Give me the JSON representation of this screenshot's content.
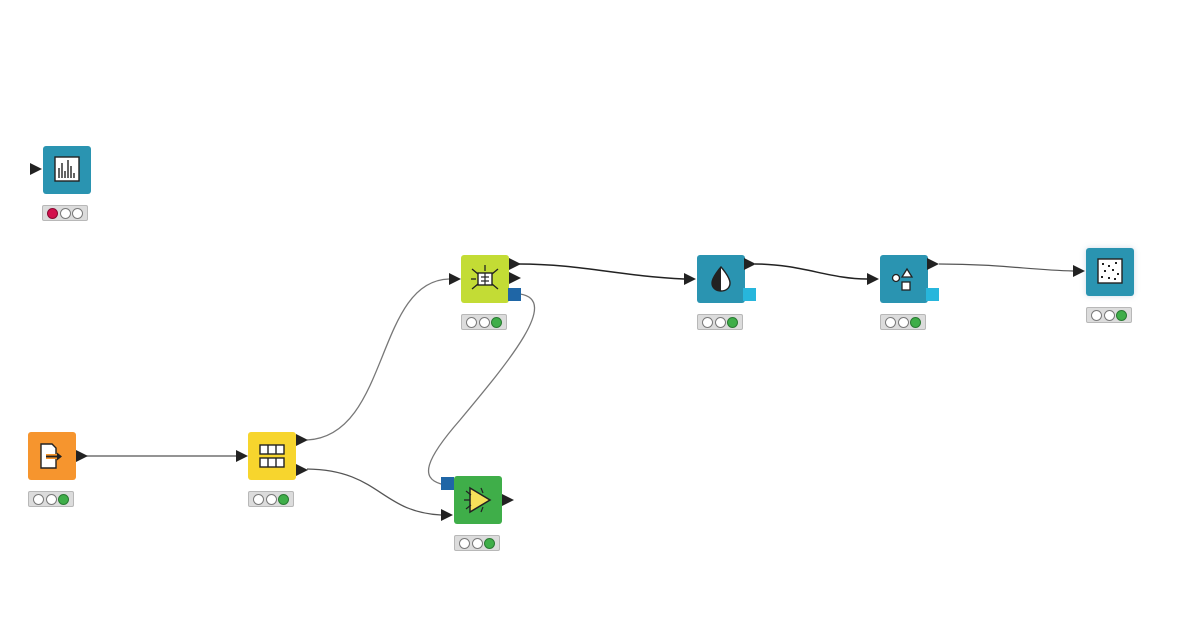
{
  "colors": {
    "background": "#ffffff",
    "port": "#222222",
    "flow_var_port": "#1f66a6",
    "model_port": "#27b6dc",
    "light_error": "#d3104d",
    "light_executed": "#3fae49",
    "light_idle": "#ffffff",
    "status_bar": "#dcdcdc",
    "connection": "#666666"
  },
  "nodes": [
    {
      "id": "n1",
      "icon": "bar-chart-icon",
      "color": "#2a94b1",
      "status": [
        "error",
        "off",
        "off"
      ]
    },
    {
      "id": "n2",
      "icon": "file-reader-icon",
      "color": "#f6952e",
      "status": [
        "off",
        "off",
        "executed"
      ]
    },
    {
      "id": "n3",
      "icon": "partitioning-icon",
      "color": "#f7d52d",
      "status": [
        "off",
        "off",
        "executed"
      ]
    },
    {
      "id": "n4",
      "icon": "learner-icon",
      "color": "#c3dc35",
      "status": [
        "off",
        "off",
        "executed"
      ]
    },
    {
      "id": "n5",
      "icon": "predictor-icon",
      "color": "#3fae49",
      "status": [
        "off",
        "off",
        "executed"
      ]
    },
    {
      "id": "n6",
      "icon": "color-manager-icon",
      "color": "#2a94b1",
      "status": [
        "off",
        "off",
        "executed"
      ]
    },
    {
      "id": "n7",
      "icon": "shape-manager-icon",
      "color": "#2a94b1",
      "status": [
        "off",
        "off",
        "executed"
      ]
    },
    {
      "id": "n8",
      "icon": "scatter-plot-icon",
      "color": "#2a94b1",
      "status": [
        "off",
        "off",
        "executed"
      ]
    }
  ],
  "connections": [
    {
      "from": "n2",
      "to": "n3"
    },
    {
      "from": "n3",
      "to": "n4"
    },
    {
      "from": "n3",
      "to": "n5"
    },
    {
      "from": "n4",
      "to": "n5"
    },
    {
      "from": "n4",
      "to": "n6"
    },
    {
      "from": "n6",
      "to": "n7"
    },
    {
      "from": "n7",
      "to": "n8"
    }
  ]
}
